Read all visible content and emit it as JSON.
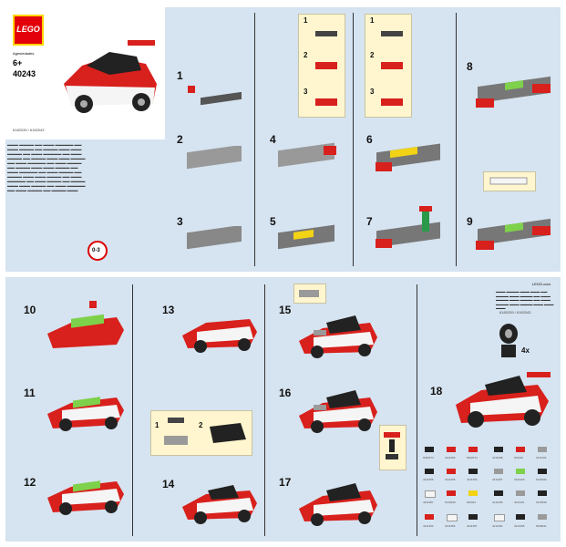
{
  "cover": {
    "brand": "LEGO",
    "age_label": "Ages/edades",
    "age": "6+",
    "set_number": "40243",
    "codes": "6182039 / 6182043"
  },
  "steps": [
    "1",
    "2",
    "3",
    "4",
    "5",
    "6",
    "7",
    "8",
    "9",
    "10",
    "11",
    "12",
    "13",
    "14",
    "15",
    "16",
    "17",
    "18"
  ],
  "sub_steps": [
    "1",
    "2",
    "3"
  ],
  "sub_steps_14": [
    "1",
    "2"
  ],
  "multiplier": "4x",
  "url": "LEGO.com",
  "colors": {
    "red": "#d8201c",
    "white": "#f5f5f5",
    "black": "#222222",
    "yellow": "#f2d315",
    "green": "#7ed14a",
    "gray": "#9a9a9a",
    "panel": "#d6e3f0",
    "callout": "#fff6cf"
  },
  "icons": [
    "no-small-parts-icon"
  ],
  "part_ids": [
    "6092674",
    "4211389",
    "6092674",
    "4211398",
    "302326",
    "4211394",
    "4211356",
    "4211395",
    "4211356",
    "4211387",
    "4211400",
    "6146296",
    "4211387",
    "6133939",
    "302324",
    "4211398",
    "4211401",
    "6133939",
    "4211393",
    "4211356",
    "4211387",
    "4211394",
    "4211395",
    "6028041"
  ]
}
